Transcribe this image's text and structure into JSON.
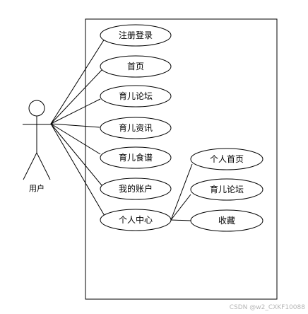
{
  "actor": {
    "name": "用户"
  },
  "use_cases": {
    "register_login": "注册登录",
    "home": "首页",
    "parenting_forum": "育儿论坛",
    "parenting_news": "育儿资讯",
    "parenting_recipes": "育儿食谱",
    "my_account": "我的账户",
    "personal_center": "个人中心"
  },
  "sub_cases": {
    "personal_home": "个人首页",
    "parenting_forum": "育儿论坛",
    "favorites": "收藏"
  },
  "watermark": "CSDN @w2_CXKF10088"
}
